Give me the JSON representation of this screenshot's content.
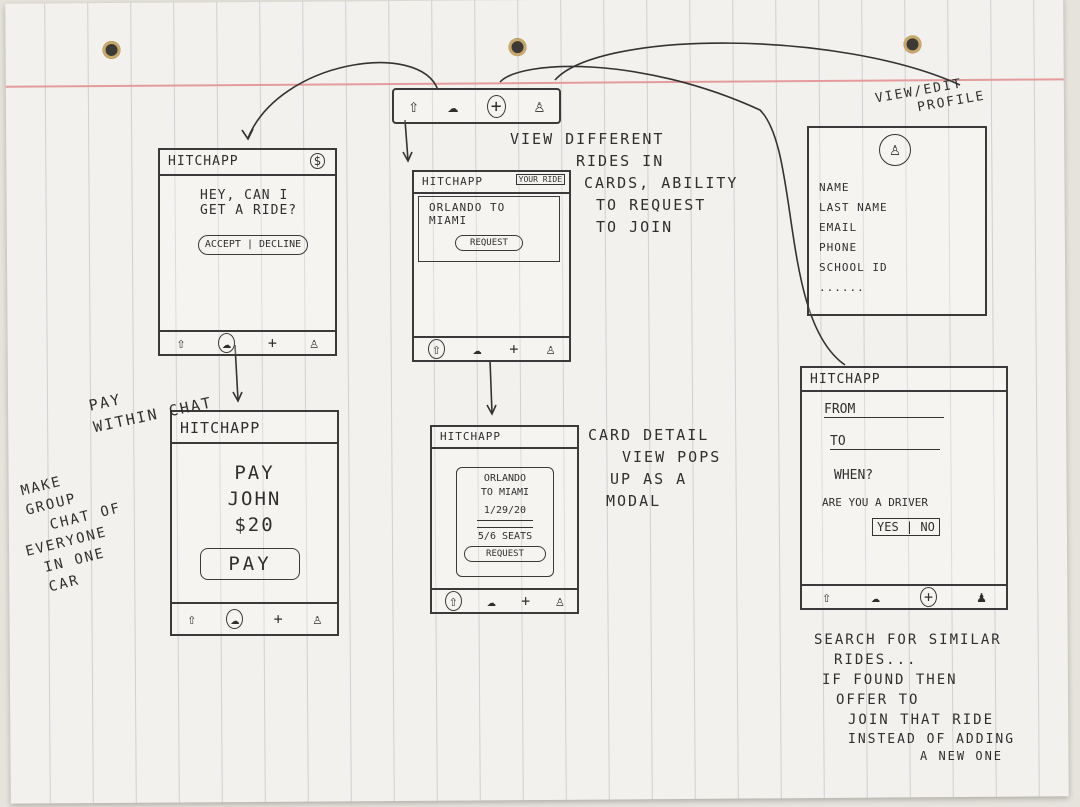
{
  "brand": "HITCHAPP",
  "top_nav": {
    "icons": [
      "home-icon",
      "chat-icon",
      "add-icon",
      "profile-icon"
    ]
  },
  "screens": {
    "chat": {
      "title": "HITCHAPP",
      "badge": "$",
      "message_line1": "HEY, CAN I",
      "message_line2": "GET A RIDE?",
      "accept": "ACCEPT",
      "decline": "DECLINE"
    },
    "pay": {
      "title": "HITCHAPP",
      "line1": "PAY",
      "line2": "JOHN",
      "line3": "$20",
      "button": "PAY"
    },
    "rides": {
      "title": "HITCHAPP",
      "tab": "YOUR RIDE",
      "card_line1": "ORLANDO TO",
      "card_line2": "MIAMI",
      "request": "REQUEST"
    },
    "detail": {
      "title": "HITCHAPP",
      "line1": "ORLANDO",
      "line2": "TO MIAMI",
      "date": "1/29/20",
      "seats": "5/6 SEATS",
      "request": "REQUEST"
    },
    "profile": {
      "name": "NAME",
      "last_name": "LAST NAME",
      "email": "EMAIL",
      "phone": "PHONE",
      "school": "SCHOOL ID",
      "more": "......"
    },
    "create": {
      "title": "HITCHAPP",
      "from": "FROM",
      "to": "TO",
      "when": "WHEN?",
      "driver_q": "ARE YOU A DRIVER",
      "yes": "YES",
      "no": "NO"
    }
  },
  "notes": {
    "profile_title_1": "VIEW/EDIT",
    "profile_title_2": "PROFILE",
    "rides_1": "VIEW DIFFERENT",
    "rides_2": "RIDES IN",
    "rides_3": "CARDS, ABILITY",
    "rides_4": "TO REQUEST",
    "rides_5": "TO JOIN",
    "pay_1": "PAY",
    "pay_2": "WITHIN CHAT",
    "group_1": "MAKE",
    "group_2": "GROUP",
    "group_3": "CHAT OF",
    "group_4": "EVERYONE",
    "group_5": "IN ONE",
    "group_6": "CAR",
    "card_1": "CARD DETAIL",
    "card_2": "VIEW POPS",
    "card_3": "UP AS A",
    "card_4": "MODAL",
    "search_1": "SEARCH FOR SIMILAR",
    "search_2": "RIDES...",
    "search_3": "IF FOUND THEN",
    "search_4": "OFFER TO",
    "search_5": "JOIN THAT RIDE",
    "search_6": "INSTEAD OF ADDING",
    "search_7": "A NEW ONE"
  },
  "colors": {
    "paper": "#f3f1ed",
    "ink": "#2f2f2f",
    "rule": "#e49b9b"
  }
}
